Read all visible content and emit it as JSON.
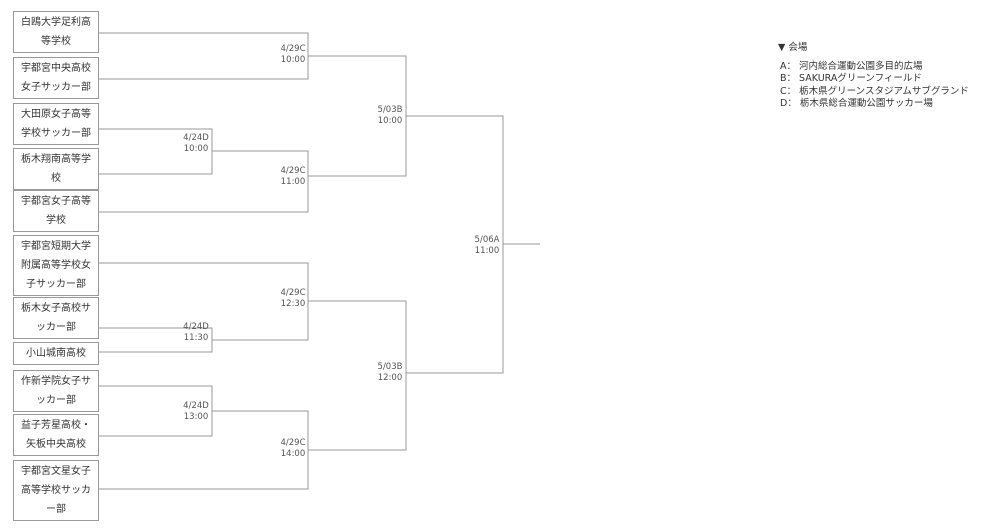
{
  "teams": [
    "白鴎大学足利高\n等学校",
    "宇都宮中央高校\n女子サッカー部",
    "大田原女子高等\n学校サッカー部",
    "栃木翔南高等学\n校",
    "宇都宮女子高等\n学校",
    "宇都宮短期大学\n附属高等学校女\n子サッカー部",
    "栃木女子高校サ\nッカー部",
    "小山城南高校",
    "作新学院女子サ\nッカー部",
    "益子芳星高校・\n矢板中央高校",
    "宇都宮文星女子\n高等学校サッカ\nー部"
  ],
  "matches": [
    {
      "date": "4/24D",
      "time": "10:00"
    },
    {
      "date": "4/24D",
      "time": "11:30"
    },
    {
      "date": "4/24D",
      "time": "13:00"
    },
    {
      "date": "4/29C",
      "time": "10:00"
    },
    {
      "date": "4/29C",
      "time": "11:00"
    },
    {
      "date": "4/29C",
      "time": "12:30"
    },
    {
      "date": "4/29C",
      "time": "14:00"
    },
    {
      "date": "5/03B",
      "time": "10:00"
    },
    {
      "date": "5/03B",
      "time": "12:00"
    },
    {
      "date": "5/06A",
      "time": "11:00"
    }
  ],
  "legend": {
    "title": "▼ 会場",
    "items": [
      "A： 河内総合運動公園多目的広場",
      "B： SAKURAグリーンフィールド",
      "C： 栃木県グリーンスタジアムサブグランド",
      "D： 栃木県総合運動公園サッカー場"
    ]
  }
}
